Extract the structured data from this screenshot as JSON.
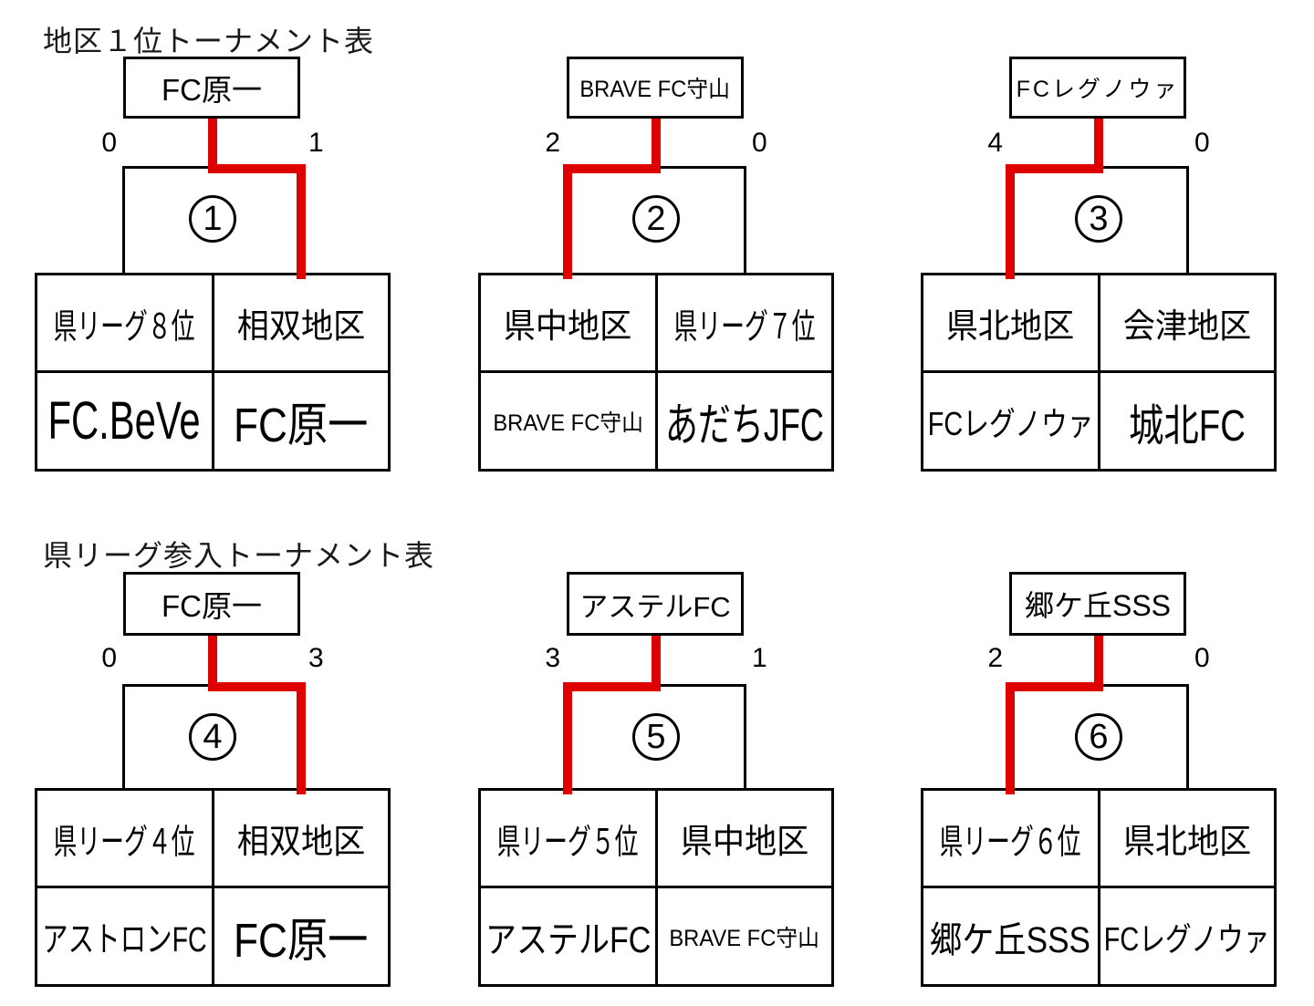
{
  "colors": {
    "background": "#ffffff",
    "line": "#000000",
    "winner_path_red": "#de0000"
  },
  "sections": [
    {
      "title": "地区１位トーナメント表",
      "brackets": [
        {
          "match_no": "1",
          "winner": "FC原一",
          "score_left": "0",
          "score_right": "1",
          "winner_side": "right",
          "left": {
            "region": "県リーグ８位",
            "team": "FC.BeVe"
          },
          "right": {
            "region": "相双地区",
            "team": "FC原一"
          }
        },
        {
          "match_no": "2",
          "winner": "BRAVE FC守山",
          "score_left": "2",
          "score_right": "0",
          "winner_side": "left",
          "left": {
            "region": "県中地区",
            "team": "BRAVE FC守山"
          },
          "right": {
            "region": "県リーグ７位",
            "team": "あだちJFC"
          }
        },
        {
          "match_no": "3",
          "winner": "FCレグノウァ",
          "score_left": "4",
          "score_right": "0",
          "winner_side": "left",
          "left": {
            "region": "県北地区",
            "team": "FCレグノウァ"
          },
          "right": {
            "region": "会津地区",
            "team": "城北FC"
          }
        }
      ]
    },
    {
      "title": "県リーグ参入トーナメント表",
      "brackets": [
        {
          "match_no": "4",
          "winner": "FC原一",
          "score_left": "0",
          "score_right": "3",
          "winner_side": "right",
          "left": {
            "region": "県リーグ４位",
            "team": "アストロンFC"
          },
          "right": {
            "region": "相双地区",
            "team": "FC原一"
          }
        },
        {
          "match_no": "5",
          "winner": "アステルFC",
          "score_left": "3",
          "score_right": "1",
          "winner_side": "left",
          "left": {
            "region": "県リーグ５位",
            "team": "アステルFC"
          },
          "right": {
            "region": "県中地区",
            "team": "BRAVE FC守山"
          }
        },
        {
          "match_no": "6",
          "winner": "郷ケ丘SSS",
          "score_left": "2",
          "score_right": "0",
          "winner_side": "left",
          "left": {
            "region": "県リーグ６位",
            "team": "郷ケ丘SSS"
          },
          "right": {
            "region": "県北地区",
            "team": "FCレグノウァ"
          }
        }
      ]
    }
  ]
}
